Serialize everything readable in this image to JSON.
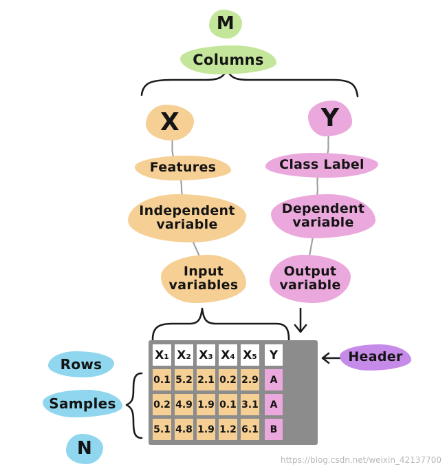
{
  "top": {
    "m": "M",
    "columns": "Columns"
  },
  "left": {
    "x": "X",
    "features": "Features",
    "independent_1": "Independent",
    "independent_2": "variable",
    "input_1": "Input",
    "input_2": "variables"
  },
  "right": {
    "y": "Y",
    "class_label": "Class Label",
    "dependent_1": "Dependent",
    "dependent_2": "variable",
    "output_1": "Output",
    "output_2": "variable"
  },
  "side": {
    "rows": "Rows",
    "samples": "Samples",
    "n": "N",
    "header": "Header"
  },
  "table": {
    "headers": [
      "X₁",
      "X₂",
      "X₃",
      "X₄",
      "X₅",
      "Y"
    ],
    "rows": [
      [
        "0.1",
        "5.2",
        "2.1",
        "0.2",
        "2.9",
        "A"
      ],
      [
        "0.2",
        "4.9",
        "1.9",
        "0.1",
        "3.1",
        "A"
      ],
      [
        "5.1",
        "4.8",
        "1.9",
        "1.2",
        "6.1",
        "B"
      ]
    ]
  },
  "watermark": "https://blog.csdn.net/weixin_42137700",
  "colors": {
    "green": "#c4e69a",
    "orange": "#f6cf94",
    "pink": "#eba8dc",
    "blue": "#8fd6ee",
    "purple": "#c68be8",
    "grid": "#8c8c8c",
    "cell_orange": "#f6cf94",
    "cell_pink": "#eba8dc"
  }
}
